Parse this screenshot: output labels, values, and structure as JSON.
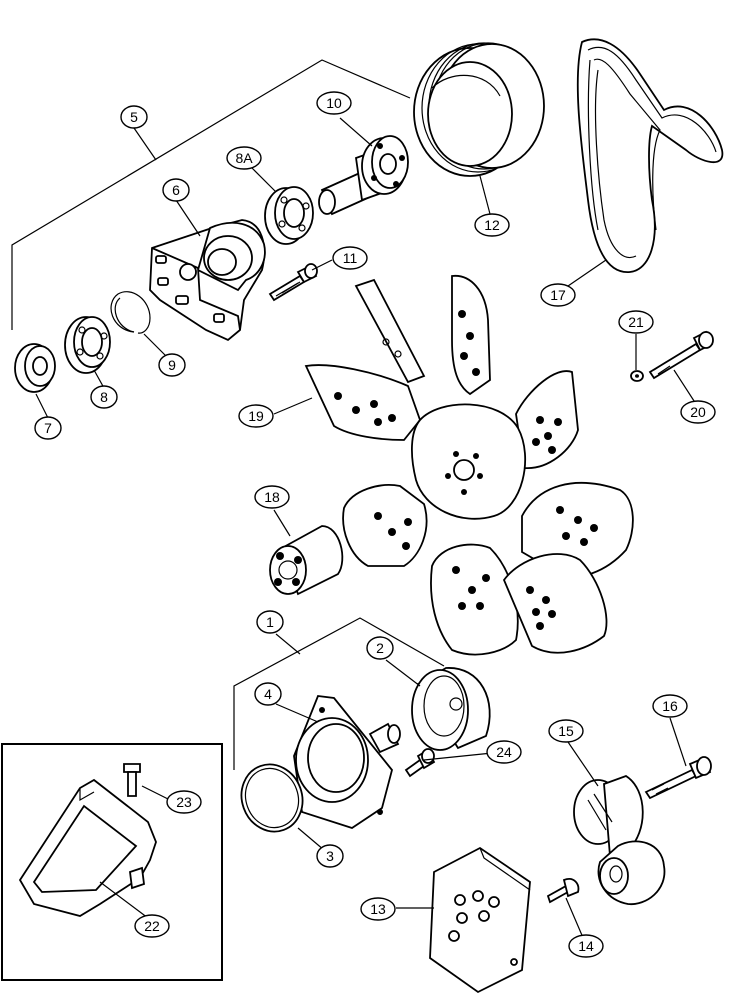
{
  "callouts": {
    "c1": "1",
    "c2": "2",
    "c3": "3",
    "c4": "4",
    "c5": "5",
    "c6": "6",
    "c7": "7",
    "c8": "8",
    "c8a": "8A",
    "c9": "9",
    "c10": "10",
    "c11": "11",
    "c12": "12",
    "c13": "13",
    "c14": "14",
    "c15": "15",
    "c16": "16",
    "c17": "17",
    "c18": "18",
    "c19": "19",
    "c20": "20",
    "c21": "21",
    "c22": "22",
    "c23": "23",
    "c24": "24"
  }
}
